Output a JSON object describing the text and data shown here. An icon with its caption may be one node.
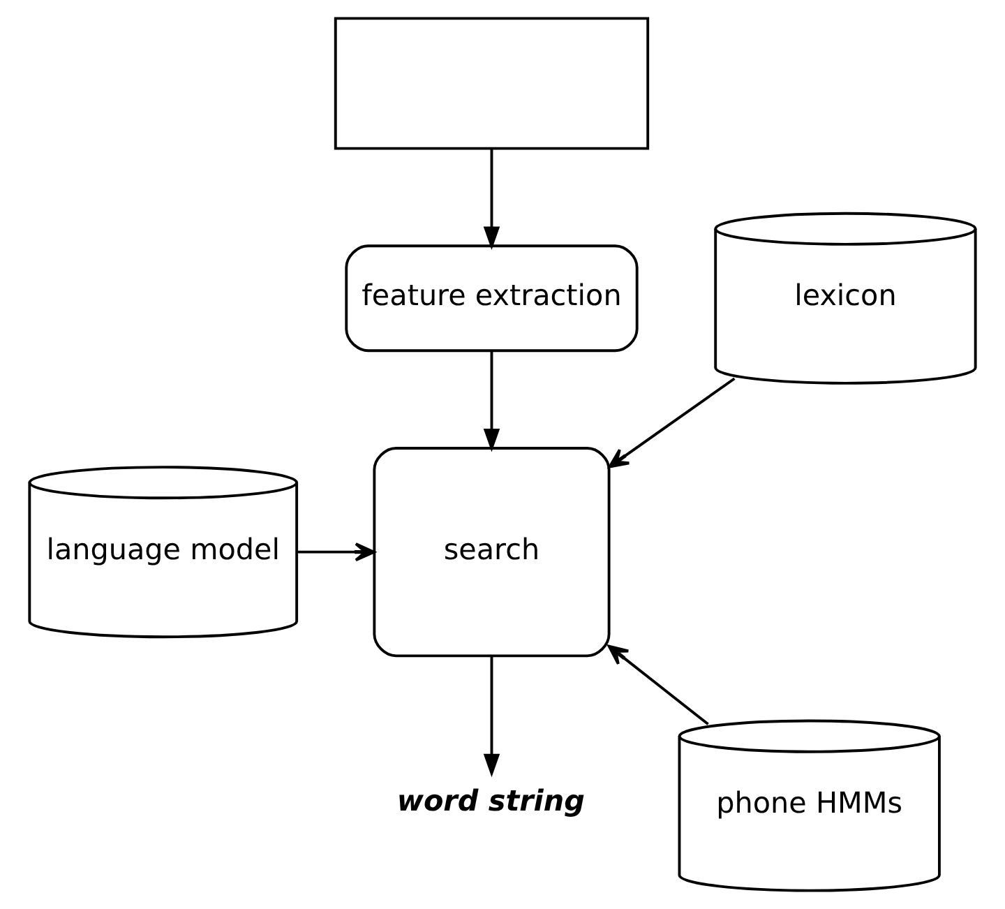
{
  "diagram": {
    "nodes": [
      {
        "text": [],
        "shape": "box"
      },
      {
        "text": [
          "feature extraction"
        ]
      },
      {
        "text": [
          "lexicon"
        ]
      },
      {
        "text": [
          "language model"
        ]
      },
      {
        "text": [
          "search"
        ]
      },
      {
        "text": [
          "phone HMMs"
        ]
      },
      {
        "text": [
          "word string"
        ]
      }
    ],
    "edges": [
      {
        "from": 0,
        "to": 1,
        "arrow": "to"
      },
      {
        "from": 1,
        "to": 4,
        "arrow": "to"
      },
      {
        "from": 2,
        "to": 4,
        "arrow": "to"
      },
      {
        "from": 3,
        "to": 4,
        "arrow": "to"
      },
      {
        "from": 5,
        "to": 4,
        "arrow": "to"
      },
      {
        "from": 4,
        "to": 6,
        "arrow": "to"
      }
    ]
  }
}
